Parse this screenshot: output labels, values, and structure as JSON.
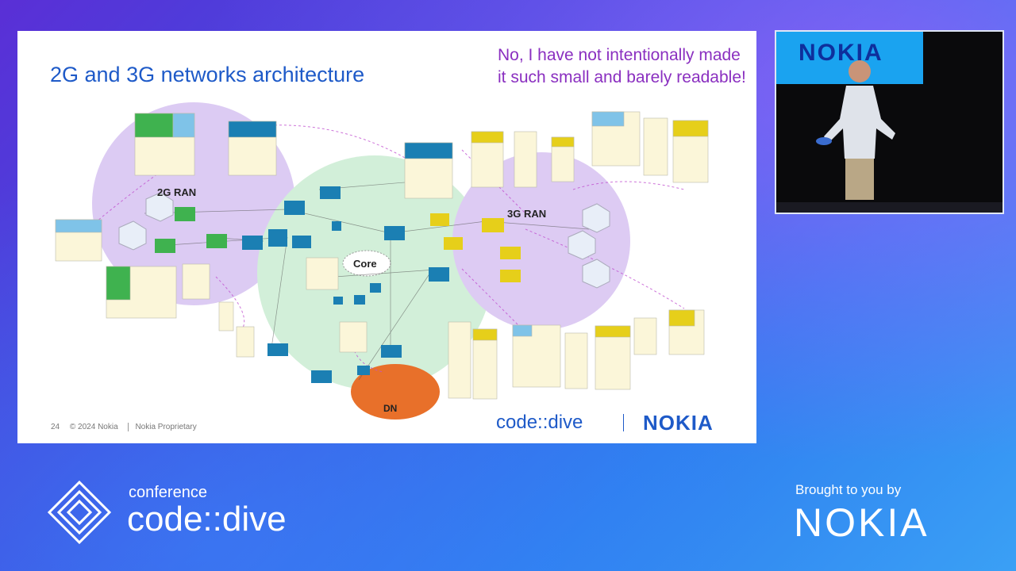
{
  "slide": {
    "title": "2G and 3G networks architecture",
    "note": "No, I have not intentionally made it such small and barely readable!",
    "diagram_labels": {
      "ran2g": "2G RAN",
      "ran3g": "3G RAN",
      "core": "Core",
      "dn": "DN"
    },
    "footer": {
      "page": "24",
      "copyright": "© 2024 Nokia",
      "classification": "Nokia Proprietary"
    },
    "brand_event": "code::dive",
    "brand_company": "NOKIA"
  },
  "video": {
    "banner": "NOKIA"
  },
  "branding": {
    "conference_label": "conference",
    "conference_name": "code::dive",
    "brought_by": "Brought to you by",
    "sponsor": "NOKIA"
  },
  "colors": {
    "accent": "#1e5ac8",
    "note": "#8a2fc0",
    "ran_bubble": "#d9c8f2",
    "core_bubble": "#cdeed8",
    "dn": "#e8702a",
    "node": "#1b7fb3",
    "node_green": "#3fb24f",
    "node_yellow": "#e6cf1a"
  }
}
